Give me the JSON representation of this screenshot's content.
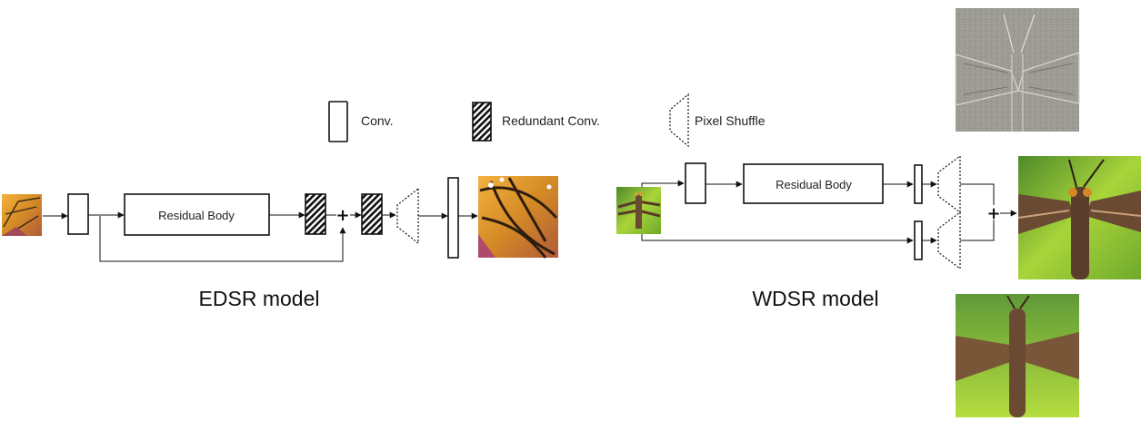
{
  "legend": {
    "conv_label": "Conv.",
    "redundant_conv_label": "Redundant  Conv.",
    "pixel_shuffle_label": "Pixel Shuffle"
  },
  "edsr": {
    "residual_body_label": "Residual Body",
    "plus_sign": "+",
    "caption": "EDSR model"
  },
  "wdsr": {
    "residual_body_label": "Residual Body",
    "plus_sign": "+",
    "caption": "WDSR model"
  },
  "colors": {
    "stroke": "#111111",
    "background": "#ffffff",
    "butterfly_orange": "#e8a33a",
    "moth_green": "#9fd332",
    "moth_brown": "#6b4a33",
    "residual_gray": "#9a9a92"
  },
  "icons": {
    "conv": "white-rectangle-icon",
    "redundant_conv": "hatched-rectangle-icon",
    "pixel_shuffle": "dashed-trapezoid-icon",
    "arrow": "arrowhead-icon"
  }
}
